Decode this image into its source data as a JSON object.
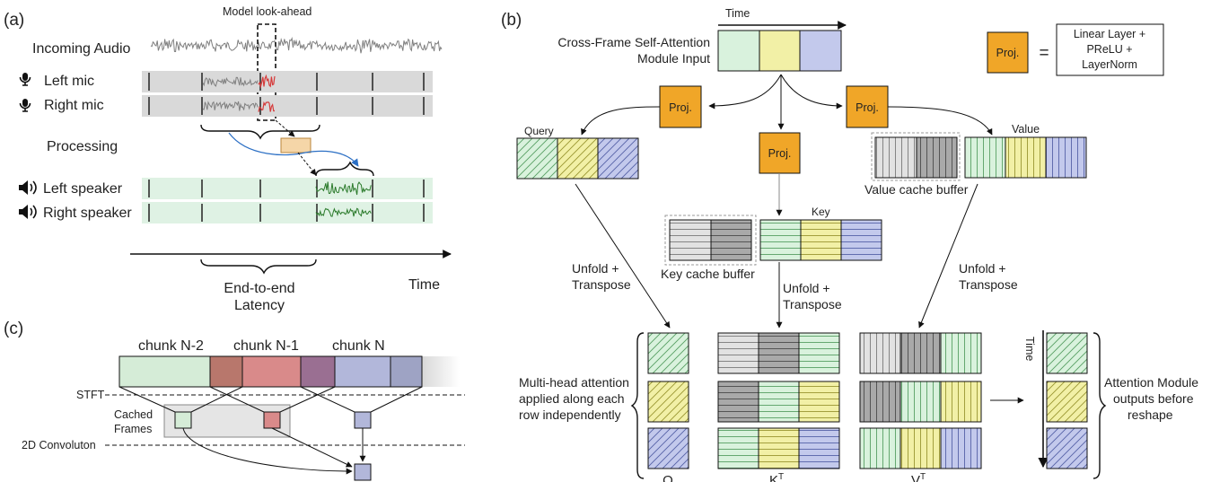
{
  "panels": {
    "a": "(a)",
    "b": "(b)",
    "c": "(c)"
  },
  "colors": {
    "green": "#d9f2dd",
    "yellow": "#f2f0a6",
    "blue": "#c3c9ec",
    "light_gray": "#e2e2e2",
    "dark_gray": "#a9a9a9",
    "proj": "#f0a628",
    "track_gray": "#d9d9d9",
    "track_green": "#dff2e4",
    "wave_gray": "#7f7f7f",
    "wave_red": "#d63b3b",
    "wave_green": "#2a7a2a",
    "chunk_green": "#d5ecd7",
    "chunk_red": "#d98a8a",
    "chunk_blue": "#b2b7da",
    "arrow_blue": "#2b6fc4"
  },
  "panel_a": {
    "lookahead_label": "Model look-ahead",
    "incoming_audio": "Incoming Audio",
    "left_mic": "Left mic",
    "right_mic": "Right mic",
    "processing": "Processing",
    "left_speaker": "Left speaker",
    "right_speaker": "Right speaker",
    "latency_line1": "End-to-end",
    "latency_line2": "Latency",
    "time": "Time",
    "mic_icon": "microphone-icon",
    "speaker_icon": "speaker-icon"
  },
  "panel_b": {
    "time_label": "Time",
    "input_line1": "Cross-Frame Self-Attention",
    "input_line2": "Module Input",
    "proj": "Proj.",
    "equals": "=",
    "legend_line1": "Linear Layer +",
    "legend_line2": "PReLU +",
    "legend_line3": "LayerNorm",
    "query": "Query",
    "key": "Key",
    "value": "Value",
    "value_cache": "Value cache buffer",
    "key_cache": "Key cache buffer",
    "unfold": "Unfold +",
    "transpose": "Transpose",
    "mha_line1": "Multi-head attention",
    "mha_line2": "applied along each",
    "mha_line3": "row independently",
    "time_vertical": "Time",
    "out_line1": "Attention Module",
    "out_line2": "outputs before",
    "out_line3": "reshape",
    "q_label": "Q",
    "k_label": "K",
    "v_label": "V",
    "t_sup": "T"
  },
  "panel_c": {
    "chunk_n2": "chunk N-2",
    "chunk_n1": "chunk N-1",
    "chunk_n": "chunk N",
    "stft": "STFT",
    "cached_line1": "Cached",
    "cached_line2": "Frames",
    "conv": "2D Convoluton",
    "chunk_n2_color": "#3f8a4a",
    "chunk_n1_color": "#b03a3a",
    "chunk_n_color": "#3d4a8c"
  }
}
